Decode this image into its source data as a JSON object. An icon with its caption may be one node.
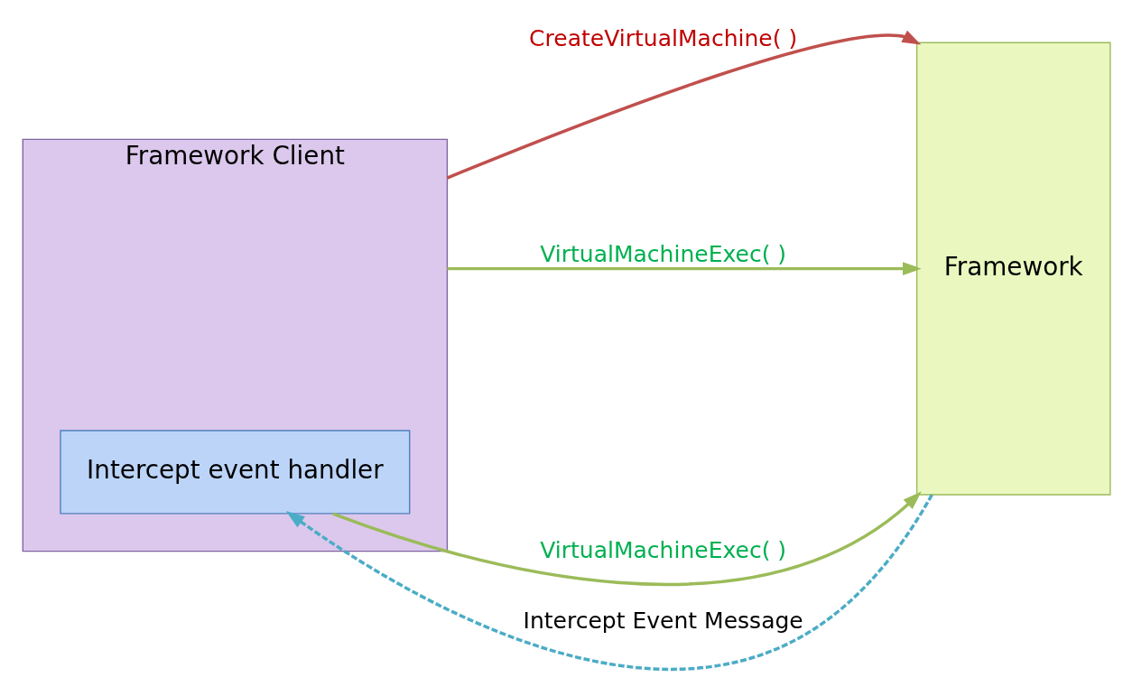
{
  "diagram": {
    "nodes": [
      {
        "text": [
          "Framework Client"
        ]
      },
      {
        "text": [
          "Intercept event handler"
        ],
        "in": 0
      },
      {
        "text": [
          "Framework"
        ]
      }
    ],
    "edges": [
      {
        "from": 0,
        "to": 2,
        "arrow": "to",
        "label": "CreateVirtualMachine( )",
        "color": "#c0504d"
      },
      {
        "from": 0,
        "to": 2,
        "arrow": "to",
        "label": "VirtualMachineExec( )"
      },
      {
        "from": 2,
        "to": 1,
        "arrow": "to",
        "label": "Intercept Event Message",
        "style": "dashed",
        "color": "#4bacc6"
      },
      {
        "from": 1,
        "to": 2,
        "arrow": "to",
        "label": "VirtualMachineExec( )"
      }
    ]
  }
}
